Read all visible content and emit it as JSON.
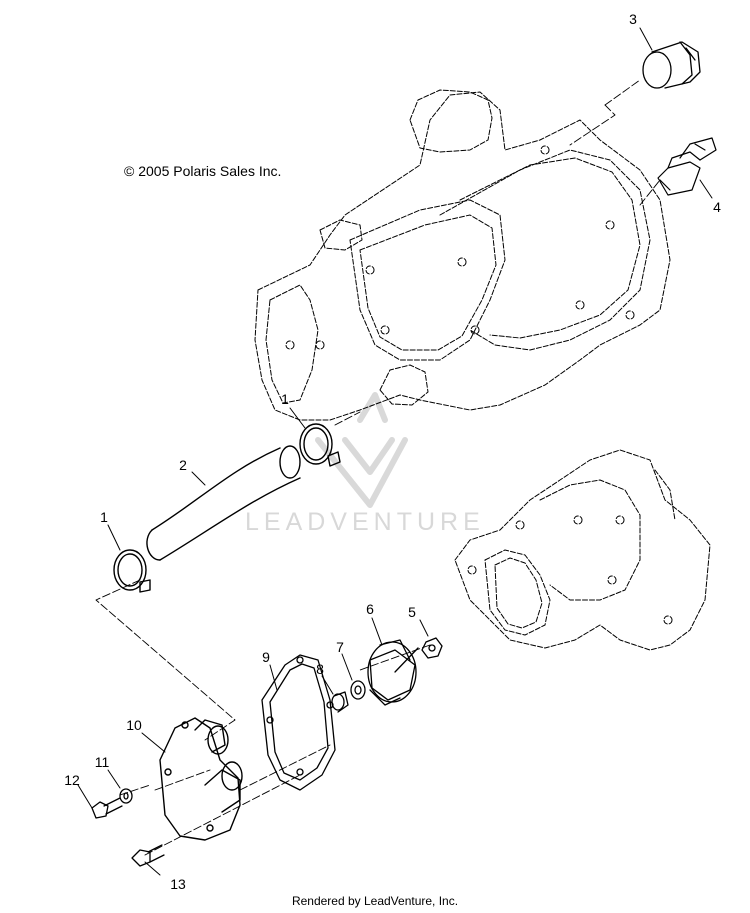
{
  "copyright": "© 2005 Polaris Sales Inc.",
  "footer": "Rendered by LeadVenture, Inc.",
  "watermark": "LEADVENTURE",
  "callouts": {
    "c1a": "1",
    "c1b": "1",
    "c2": "2",
    "c3": "3",
    "c4": "4",
    "c5": "5",
    "c6": "6",
    "c7": "7",
    "c8": "8",
    "c9": "9",
    "c10": "10",
    "c11": "11",
    "c12": "12",
    "c13": "13"
  }
}
